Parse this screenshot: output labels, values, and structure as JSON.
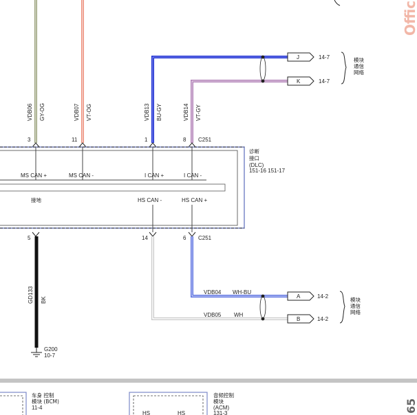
{
  "colors": {
    "wire_gy_og": "#9aa27a",
    "wire_vt_og": "#ef8f7b",
    "wire_bu_gy": "#1e2fd4",
    "wire_vt_gy": "#b07fb6",
    "wire_wh_bu": "#5a6fe0",
    "wire_wh": "#c8c8c8",
    "wire_bk": "#111111",
    "module_border": "#7b88c8",
    "brand": "#f2b7a8"
  },
  "wires": {
    "vdb06": {
      "circuit": "VDB06",
      "color": "GY-OG",
      "pin": "3"
    },
    "vdb07": {
      "circuit": "VDB07",
      "color": "VT-OG",
      "pin": "11"
    },
    "vdb13": {
      "circuit": "VDB13",
      "color": "BU-GY",
      "pin": "1"
    },
    "vdb14": {
      "circuit": "VDB14",
      "color": "VT-GY",
      "pin": "8"
    },
    "gd133": {
      "circuit": "GD133",
      "color": "BK",
      "pin": "5"
    },
    "vdb04": {
      "circuit": "VDB04",
      "color": "WH-BU",
      "pin": "6"
    },
    "vdb05": {
      "circuit": "VDB05",
      "color": "WH",
      "pin": "14"
    }
  },
  "connector_top": "C251",
  "connector_bottom": "C251",
  "dlc": {
    "line1": "诊断",
    "line2": "接口",
    "line3": "(DLC)",
    "refs": "151-16    151-17"
  },
  "signals": {
    "ms_can_plus": "MS CAN +",
    "ms_can_minus": "MS CAN -",
    "i_can_plus": "I CAN +",
    "i_can_minus": "I CAN -",
    "ground": "接地",
    "hs_can_minus": "HS CAN -",
    "hs_can_plus": "HS CAN +"
  },
  "connectors_right": {
    "j": {
      "letter": "J",
      "ref": "14-7"
    },
    "k": {
      "letter": "K",
      "ref": "14-7"
    },
    "a": {
      "letter": "A",
      "ref": "14-2"
    },
    "b": {
      "letter": "B",
      "ref": "14-2"
    }
  },
  "network_label_top": [
    "模块",
    "通信",
    "网络"
  ],
  "network_label_bottom": [
    "模块",
    "通信",
    "网络"
  ],
  "ground_point": {
    "name": "G200",
    "ref": "10-7"
  },
  "bottom_modules": {
    "bcm": {
      "line1": "车身 控制",
      "line2": "模块 (BCM)",
      "ref": "11-4"
    },
    "acm": {
      "line1": "音频控制",
      "line2": "模块",
      "line3": "(ACM)",
      "ref": "131-3",
      "pin1": "HS",
      "pin2": "HS"
    }
  },
  "brand_text": "Offic",
  "page_number": "65"
}
